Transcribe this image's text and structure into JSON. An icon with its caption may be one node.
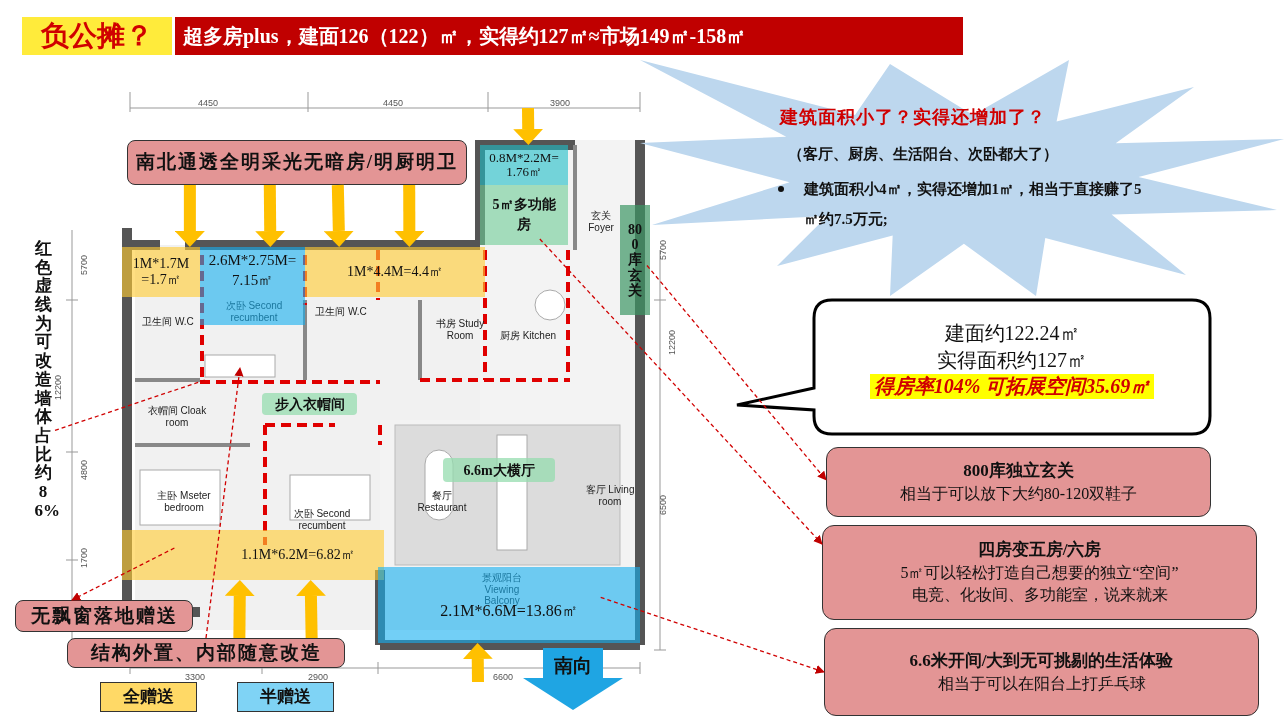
{
  "diagram": {
    "title": "负公摊？",
    "nodes": [
      {
        "text": [
          "南北通透全明采光无暗房/明厨明卫"
        ]
      },
      {
        "text": [
          "1M*1.7M=1.7㎡"
        ]
      },
      {
        "text": [
          "2.6M*2.75M=7.15㎡"
        ]
      },
      {
        "text": [
          "1M*4.4M=4.4㎡"
        ]
      },
      {
        "text": [
          "0.8M*2.2M=1.76㎡"
        ]
      },
      {
        "text": [
          "5㎡多功能房"
        ]
      },
      {
        "text": [
          "800库玄关"
        ]
      },
      {
        "text": [
          "步入衣帽间"
        ]
      },
      {
        "text": [
          "6.6m大横厅"
        ]
      },
      {
        "text": [
          "1.1M*6.2M=6.82㎡"
        ]
      },
      {
        "text": [
          "2.1M*6.6M=13.86㎡"
        ]
      },
      {
        "text": [
          "红色虚线为可改造墙体占比约86%"
        ]
      },
      {
        "text": [
          "无飘窗落地赠送"
        ]
      },
      {
        "text": [
          "结构外置、内部随意改造"
        ]
      },
      {
        "text": [
          "建筑面积小了？实得还增加了？",
          "（客厅、厨房、生活阳台、次卧都大了）",
          "建筑面积小4㎡，实得还增加1㎡，相当于直接赚了5㎡约7.5万元;"
        ]
      },
      {
        "text": [
          "建面约122.24㎡",
          "实得面积约127㎡",
          "得房率104% 可拓展空间35.69㎡"
        ]
      },
      {
        "text": [
          "800库独立玄关",
          "相当于可以放下大约80-120双鞋子"
        ]
      },
      {
        "text": [
          "四房变五房/六房",
          "5㎡可以轻松打造自己想要的独立“空间”",
          "电竞、化妆间、多功能室，说来就来"
        ]
      },
      {
        "text": [
          "6.6米开间/大到无可挑剔的生活体验",
          "相当于可以在阳台上打乒乓球"
        ]
      },
      {
        "text": [
          "南向"
        ]
      }
    ],
    "edges": [
      {
        "from": 11,
        "to": null,
        "arrow": "none",
        "style": "dashed",
        "color": "#d00000"
      },
      {
        "from": 9,
        "to": 12,
        "arrow": "to",
        "style": "dashed",
        "color": "#d00000"
      },
      {
        "from": 13,
        "to": null,
        "arrow": "to",
        "style": "dashed",
        "color": "#d00000"
      },
      {
        "from": 5,
        "to": 17,
        "arrow": "to",
        "style": "dashed",
        "color": "#d00000"
      },
      {
        "from": 6,
        "to": 16,
        "arrow": "to",
        "style": "dashed",
        "color": "#d00000"
      },
      {
        "from": 10,
        "to": 18,
        "arrow": "to",
        "style": "dashed",
        "color": "#d00000"
      },
      {
        "from": 0,
        "to": 1,
        "arrow": "to"
      },
      {
        "from": 0,
        "to": 2,
        "arrow": "to"
      },
      {
        "from": 0,
        "to": 3,
        "arrow": "to"
      },
      {
        "from": 0,
        "to": 3,
        "arrow": "to"
      },
      {
        "from": null,
        "to": 4,
        "arrow": "to"
      },
      {
        "from": 13,
        "to": 9,
        "arrow": "to"
      },
      {
        "from": 13,
        "to": 9,
        "arrow": "to"
      },
      {
        "from": null,
        "to": 10,
        "arrow": "to"
      }
    ],
    "labels": [
      "超多房plus，建面126（122）㎡，实得约127㎡≈市场149㎡-158㎡",
      "4450",
      "4450",
      "3900",
      "5700",
      "12200",
      "4800",
      "1700",
      "3300",
      "2900",
      "6600",
      "5700",
      "12200",
      "6500",
      "卫生间 W.C",
      "次卧 Second recumbent",
      "卫生间 W.C",
      "书房 Study Room",
      "厨房 Kitchen",
      "玄关 Foyer",
      "衣帽间 Cloak room",
      "主卧 Mseter bedroom",
      "次卧 Second recumbent",
      "餐厅 Restaurant",
      "客厅 Living room",
      "景观阳台 Viewing Balcony"
    ],
    "legend": [
      {
        "text": "全赠送",
        "color": "#ffd966"
      },
      {
        "text": "半赠送",
        "color": "#7fd3f5"
      }
    ]
  }
}
